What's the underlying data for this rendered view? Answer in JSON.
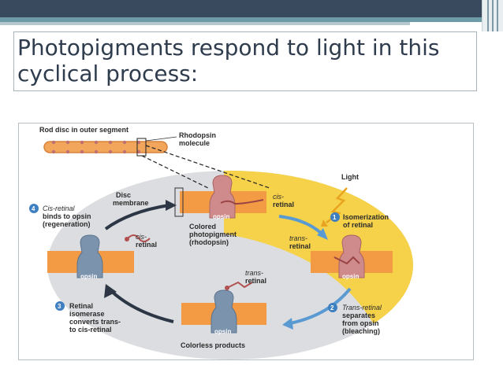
{
  "slide": {
    "title": "Photopigments respond to light in this\ncyclical process:"
  },
  "figure": {
    "rod_disc_label": "Rod disc in outer segment",
    "rhodopsin_molecule_label": [
      "Rhodopsin",
      "molecule"
    ],
    "light_label": "Light",
    "disc_membrane_label": [
      "Disc",
      "membrane"
    ],
    "cis_retinal_top_label": [
      "cis-",
      "retinal"
    ],
    "opsin_label": "opsin",
    "colored_photopigment_label": [
      "Colored",
      "photopigment",
      "(rhodopsin)"
    ],
    "trans_retinal_right_label": [
      "trans-",
      "retinal"
    ],
    "cis_retinal_left_label": [
      "cis-",
      "retinal"
    ],
    "trans_retinal_bottom_label": [
      "trans-",
      "retinal"
    ],
    "colorless_products_label": "Colorless products",
    "steps": [
      {
        "number": "1",
        "text": [
          "Isomerization",
          "of retinal"
        ]
      },
      {
        "number": "2",
        "text": [
          "Trans-retinal",
          "separates",
          "from opsin",
          "(bleaching)"
        ]
      },
      {
        "number": "3",
        "text": [
          "Retinal",
          "isomerase",
          "converts trans-",
          "to cis-retinal"
        ]
      },
      {
        "number": "4",
        "text": [
          "Cis-retinal",
          "binds to opsin",
          "(regeneration)"
        ]
      }
    ],
    "colors": {
      "circle": "#dcdde0",
      "light_zone": "#f6d24a",
      "membrane": "#f29a44",
      "opsin_pink": "#cf8b8b",
      "opsin_blue": "#7c93ad",
      "step_circle": "#3d7fc1",
      "arrow_blue": "#5a9ad2",
      "arrow_dark": "#2c3645"
    }
  }
}
